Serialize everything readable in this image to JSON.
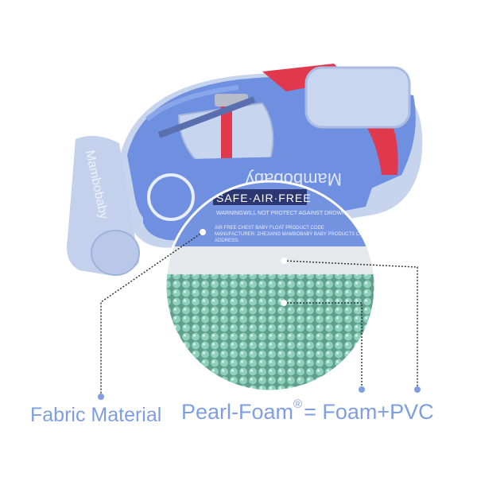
{
  "product": {
    "brand_text": "Mambobaby",
    "label_header": "SAFE·AIR·FREE",
    "label_warning": "WARNING",
    "label_warning_text": "WILL NOT PROTECT AGAINST DROWNING",
    "label_line_product": "AIR FREE CHEST BABY FLOAT   PRODUCT CODE",
    "label_line_maker": "MANUFACTURER: ZHEJIANG MAMBOBABY BABY PRODUCTS CO.,LTD",
    "label_line_address": "ADDRESS:"
  },
  "callouts": {
    "fabric": "Fabric Material",
    "pearl": "Pearl-Foam",
    "registered": "®",
    "formula": "= Foam+PVC"
  },
  "colors": {
    "float_blue": "#6d8fe0",
    "float_light": "#c9d6ee",
    "strap_red": "#e0394d",
    "bead_green": "#7fc3ae",
    "caption": "#7f9ee2"
  }
}
